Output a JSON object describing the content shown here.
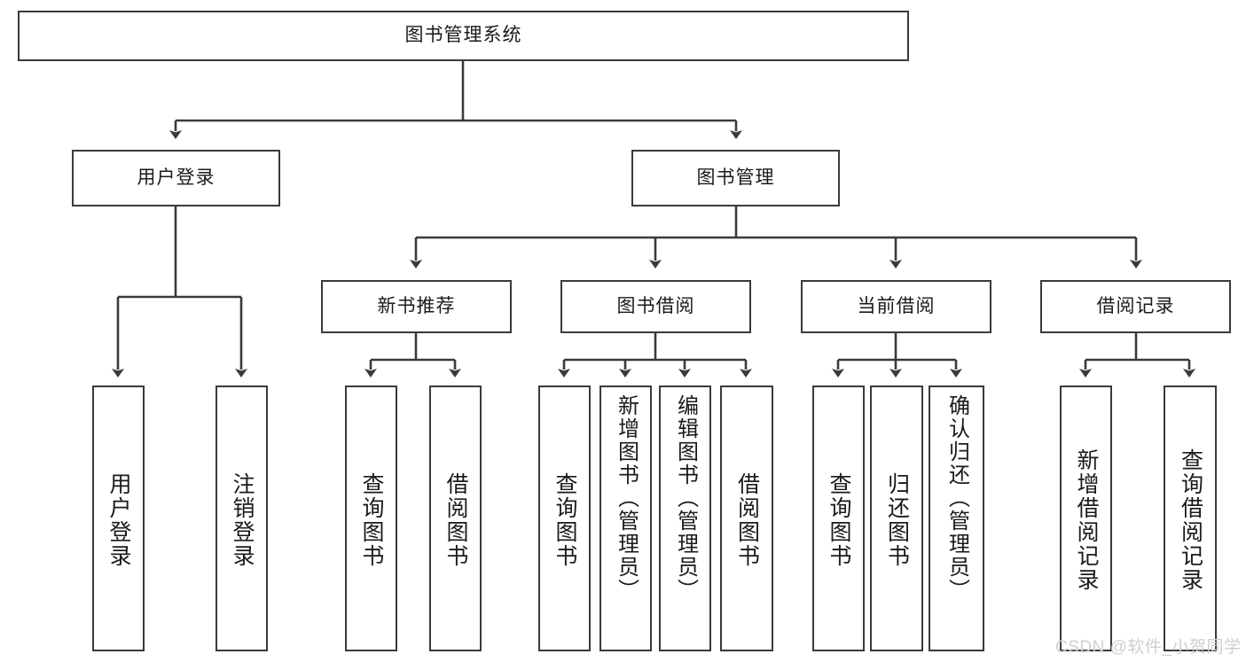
{
  "diagram": {
    "title": "图书管理系统",
    "type": "tree-hierarchy",
    "levels": {
      "root": {
        "label": "图书管理系统"
      },
      "level2": [
        {
          "id": "user-login",
          "label": "用户登录"
        },
        {
          "id": "book-manage",
          "label": "图书管理"
        }
      ],
      "level3": [
        {
          "id": "new-book-recommend",
          "label": "新书推荐"
        },
        {
          "id": "book-borrow",
          "label": "图书借阅"
        },
        {
          "id": "current-borrow",
          "label": "当前借阅"
        },
        {
          "id": "borrow-record",
          "label": "借阅记录"
        }
      ],
      "level4": {
        "user-login": [
          {
            "id": "leaf-user-login",
            "label": "用户登录"
          },
          {
            "id": "leaf-logout-login",
            "label": "注销登录"
          }
        ],
        "new-book-recommend": [
          {
            "id": "leaf-query-book-1",
            "label": "查询图书"
          },
          {
            "id": "leaf-borrow-book-1",
            "label": "借阅图书"
          }
        ],
        "book-borrow": [
          {
            "id": "leaf-query-book-2",
            "label": "查询图书"
          },
          {
            "id": "leaf-add-book",
            "label": "新增图书（管理员）"
          },
          {
            "id": "leaf-edit-book",
            "label": "编辑图书（管理员）"
          },
          {
            "id": "leaf-borrow-book-2",
            "label": "借阅图书"
          }
        ],
        "current-borrow": [
          {
            "id": "leaf-query-book-3",
            "label": "查询图书"
          },
          {
            "id": "leaf-return-book",
            "label": "归还图书"
          },
          {
            "id": "leaf-confirm-return",
            "label": "确认归还（管理员）"
          }
        ],
        "borrow-record": [
          {
            "id": "leaf-add-record",
            "label": "新增借阅记录"
          },
          {
            "id": "leaf-query-record",
            "label": "查询借阅记录"
          }
        ]
      }
    },
    "watermark": "CSDN @软件_小贺同学",
    "colors": {
      "stroke": "#3a3a3a",
      "fill": "#ffffff",
      "text": "#1a1a1a",
      "watermark": "#cfcfcf"
    }
  }
}
